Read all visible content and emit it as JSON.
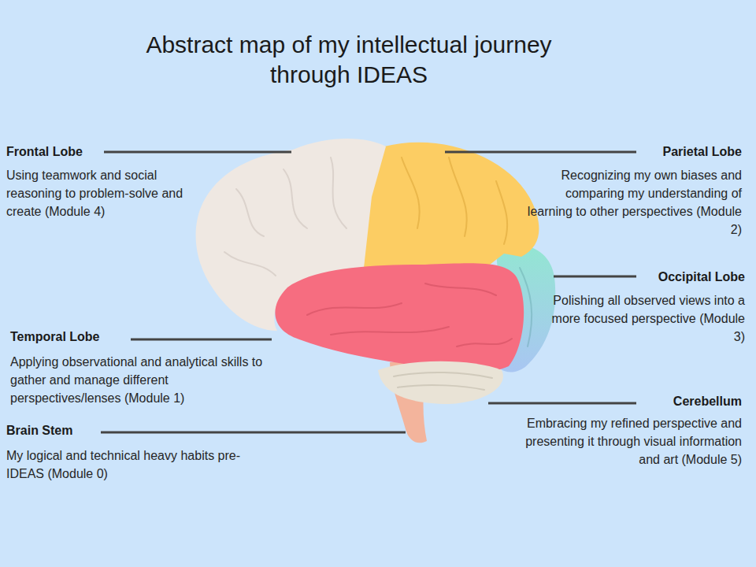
{
  "diagram": {
    "title": "Abstract map of my intellectual journey through IDEAS",
    "labels": [
      "Frontal Lobe",
      "Using teamwork and social reasoning to problem-solve and create (Module 4)",
      "Parietal Lobe",
      "Recognizing my own biases and comparing my understanding of learning to other perspectives (Module 2)",
      "Occipital Lobe",
      "Polishing all observed views into a more focused perspective (Module 3)",
      "Temporal Lobe",
      "Applying observational and analytical skills to gather and manage different perspectives/lenses (Module 1)",
      "Brain Stem",
      "My logical and technical heavy habits pre-IDEAS (Module 0)",
      "Cerebellum",
      "Embracing my refined perspective and presenting it through visual information and art (Module 5)"
    ]
  }
}
